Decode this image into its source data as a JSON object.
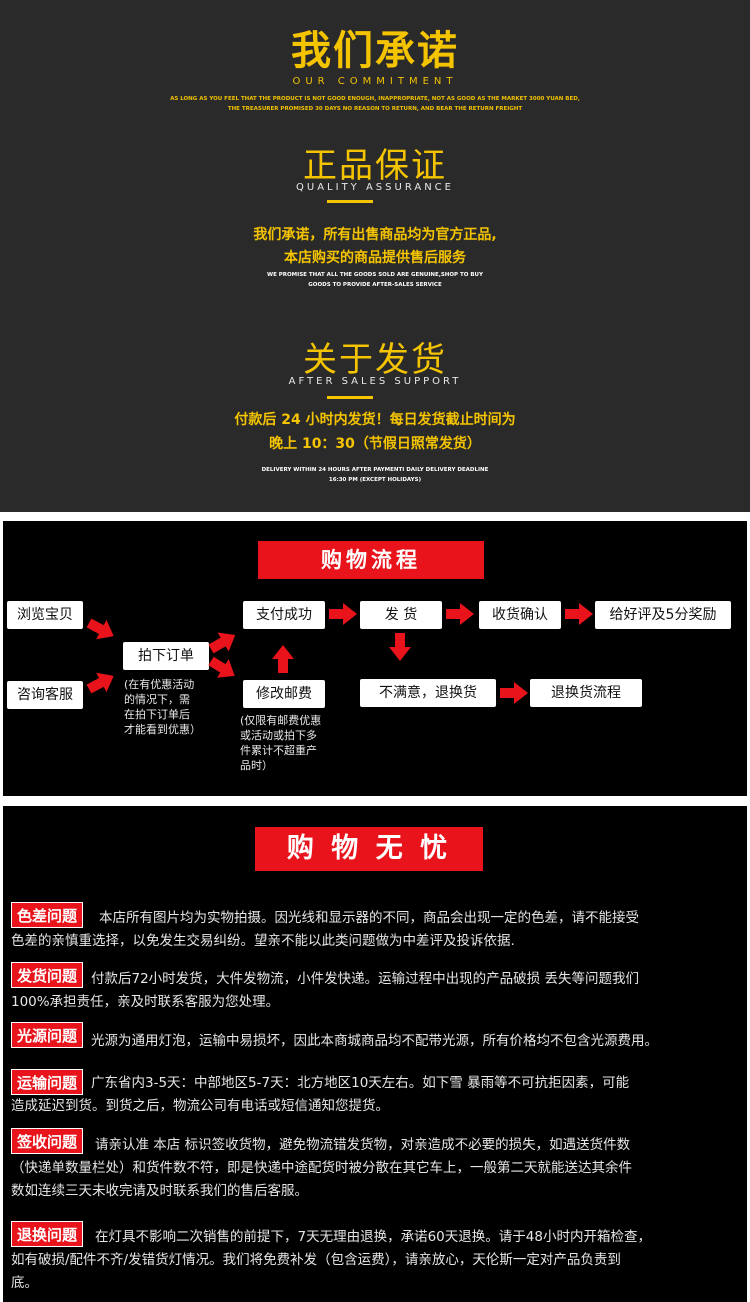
{
  "commitment": {
    "title": "我们承诺",
    "subtitle_en": "OUR COMMITMENT",
    "en_line1": "AS LONG AS YOU FEEL THAT THE PRODUCT IS NOT GOOD ENOUGH, INAPPROPRIATE, NOT AS GOOD AS THE MARKET 3000 YUAN BED,",
    "en_line2": "THE TREASURER PROMISED 30 DAYS NO REASON TO RETURN, AND BEAR THE RETURN FREIGHT",
    "quality_title": "正品保证",
    "quality_en": "QUALITY ASSURANCE",
    "quality_cn1": "我们承诺，所有出售商品均为官方正品,",
    "quality_cn2": "本店购买的商品提供售后服务",
    "quality_en1": "WE PROMISE THAT ALL THE GOODS SOLD ARE GENUINE,SHOP TO BUY",
    "quality_en2": "GOODS TO PROVIDE AFTER-SALES SERVICE",
    "ship_title": "关于发货",
    "ship_en": "AFTER SALES SUPPORT",
    "ship_cn1": "付款后 24 小时内发货！每日发货截止时间为",
    "ship_cn2": "晚上 10：30（节假日照常发货）",
    "ship_en1": "DELIVERY WITHIN 24 HOURS AFTER PAYMENTI DAILY DELIVERY DEADLINE",
    "ship_en2": "16:30 PM (EXCEPT HOLIDAYS)"
  },
  "flow": {
    "title": "购物流程",
    "browse": "浏览宝贝",
    "consult": "咨询客服",
    "order": "拍下订单",
    "order_note": [
      "(在有优惠活动",
      "的情况下，需",
      "在拍下订单后",
      "才能看到优惠）"
    ],
    "pay": "支付成功",
    "modify": "修改邮费",
    "modify_note": [
      "(仅限有邮费优惠",
      "或活动或拍下多",
      "件累计不超重产",
      "品时）"
    ],
    "ship": "发 货",
    "confirm": "收货确认",
    "review": "给好评及5分奖励",
    "unhappy": "不满意，退换货",
    "return_flow": "退换货流程"
  },
  "worry": {
    "title": "购 物 无 忧",
    "items": [
      {
        "tag": "色差问题",
        "line1": "本店所有图片均为实物拍摄。因光线和显示器的不同，商品会出现一定的色差，请不能接受",
        "line2": "色差的亲慎重选择，以免发生交易纠纷。望亲不能以此类问题做为中差评及投诉依据."
      },
      {
        "tag": "发货问题",
        "line1": "付款后72小时发货，大件发物流，小件发快递。运输过程中出现的产品破损  丢失等问题我们",
        "line2": "100%承担责任，亲及时联系客服为您处理。"
      },
      {
        "tag": "光源问题",
        "line1": "光源为通用灯泡，运输中易损坏，因此本商城商品均不配带光源，所有价格均不包含光源费用。",
        "line2": ""
      },
      {
        "tag": "运输问题",
        "line1": "广东省内3-5天：中部地区5-7天：北方地区10天左右。如下雪    暴雨等不可抗拒因素，可能",
        "line2": "造成延迟到货。到货之后，物流公司有电话或短信通知您提货。"
      },
      {
        "tag": "签收问题",
        "line1": "请亲认准  本店 标识签收货物，避免物流错发货物，对亲造成不必要的损失，如遇送货件数",
        "line2": "（快递单数量栏处）和货件数不符，即是快递中途配货时被分散在其它车上，一般第二天就能送达其余件",
        "line3": "数如连续三天未收完请及时联系我们的售后客服。"
      },
      {
        "tag": "退换问题",
        "line1": "在灯具不影响二次销售的前提下，7天无理由退换，承诺60天退换。请于48小时内开箱检查，",
        "line2": "如有破损/配件不齐/发错货灯情况。我们将免费补发（包含运费），请亲放心，天伦斯一定对产品负责到",
        "line3": "底。"
      }
    ]
  },
  "colors": {
    "gold": "#f5c400",
    "red": "#e8131b",
    "dark": "#2a2a2a"
  }
}
